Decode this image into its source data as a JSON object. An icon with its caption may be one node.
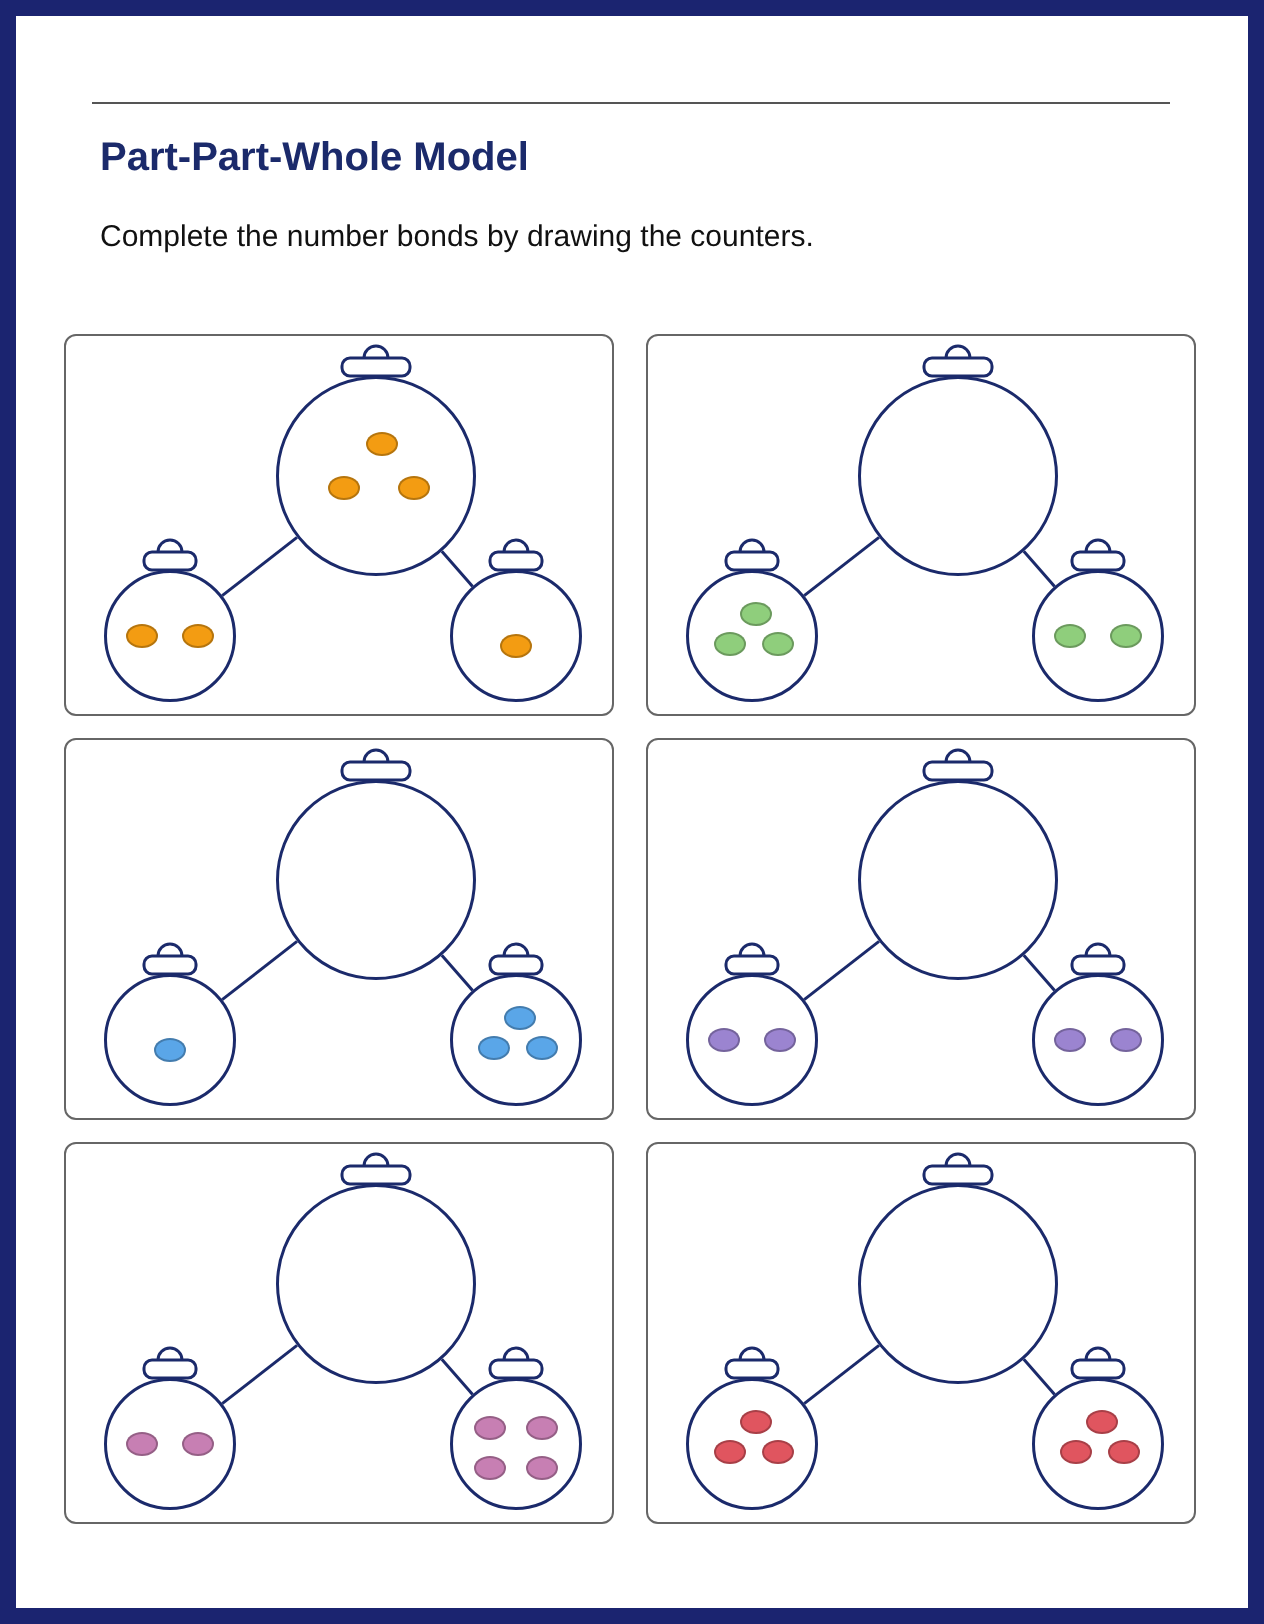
{
  "diagram": {
    "title": "Part-Part-Whole Model",
    "caption": "Complete the number bonds by drawing the counters.",
    "nodes": [
      {
        "text": [],
        "shape": "box"
      },
      {
        "text": [],
        "shape": "jar",
        "in": 0
      },
      {
        "text": [],
        "shape": "ellipse",
        "in": 1
      },
      {
        "text": [],
        "shape": "ellipse",
        "in": 1
      },
      {
        "text": [],
        "shape": "ellipse",
        "in": 1
      },
      {
        "text": [],
        "shape": "jar",
        "in": 0
      },
      {
        "text": [],
        "shape": "ellipse",
        "in": 5
      },
      {
        "text": [],
        "shape": "ellipse",
        "in": 5
      },
      {
        "text": [],
        "shape": "jar",
        "in": 0
      },
      {
        "text": [],
        "shape": "ellipse",
        "in": 8
      },
      {
        "text": [],
        "shape": "box"
      },
      {
        "text": [],
        "shape": "jar",
        "in": 10
      },
      {
        "text": [],
        "shape": "jar",
        "in": 10
      },
      {
        "text": [],
        "shape": "ellipse",
        "in": 12
      },
      {
        "text": [],
        "shape": "ellipse",
        "in": 12
      },
      {
        "text": [],
        "shape": "ellipse",
        "in": 12
      },
      {
        "text": [],
        "shape": "jar",
        "in": 10
      },
      {
        "text": [],
        "shape": "ellipse",
        "in": 16
      },
      {
        "text": [],
        "shape": "ellipse",
        "in": 16
      },
      {
        "text": [],
        "shape": "box"
      },
      {
        "text": [],
        "shape": "jar",
        "in": 19
      },
      {
        "text": [],
        "shape": "jar",
        "in": 19
      },
      {
        "text": [],
        "shape": "ellipse",
        "in": 21
      },
      {
        "text": [],
        "shape": "jar",
        "in": 19
      },
      {
        "text": [],
        "shape": "ellipse",
        "in": 23
      },
      {
        "text": [],
        "shape": "ellipse",
        "in": 23
      },
      {
        "text": [],
        "shape": "ellipse",
        "in": 23
      },
      {
        "text": [],
        "shape": "box"
      },
      {
        "text": [],
        "shape": "jar",
        "in": 27
      },
      {
        "text": [],
        "shape": "jar",
        "in": 27
      },
      {
        "text": [],
        "shape": "ellipse",
        "in": 29
      },
      {
        "text": [],
        "shape": "ellipse",
        "in": 29
      },
      {
        "text": [],
        "shape": "jar",
        "in": 27
      },
      {
        "text": [],
        "shape": "ellipse",
        "in": 32
      },
      {
        "text": [],
        "shape": "ellipse",
        "in": 32
      },
      {
        "text": [],
        "shape": "box"
      },
      {
        "text": [],
        "shape": "jar",
        "in": 35
      },
      {
        "text": [],
        "shape": "jar",
        "in": 35
      },
      {
        "text": [],
        "shape": "ellipse",
        "in": 37
      },
      {
        "text": [],
        "shape": "ellipse",
        "in": 37
      },
      {
        "text": [],
        "shape": "jar",
        "in": 35
      },
      {
        "text": [],
        "shape": "ellipse",
        "in": 40
      },
      {
        "text": [],
        "shape": "ellipse",
        "in": 40
      },
      {
        "text": [],
        "shape": "ellipse",
        "in": 40
      },
      {
        "text": [],
        "shape": "ellipse",
        "in": 40
      },
      {
        "text": [],
        "shape": "box"
      },
      {
        "text": [],
        "shape": "jar",
        "in": 45
      },
      {
        "text": [],
        "shape": "jar",
        "in": 45
      },
      {
        "text": [],
        "shape": "ellipse",
        "in": 47
      },
      {
        "text": [],
        "shape": "ellipse",
        "in": 47
      },
      {
        "text": [],
        "shape": "ellipse",
        "in": 47
      },
      {
        "text": [],
        "shape": "jar",
        "in": 45
      },
      {
        "text": [],
        "shape": "ellipse",
        "in": 51
      },
      {
        "text": [],
        "shape": "ellipse",
        "in": 51
      },
      {
        "text": [],
        "shape": "ellipse",
        "in": 51
      }
    ],
    "edges": [
      {
        "from": 1,
        "to": 5,
        "arrow": "none"
      },
      {
        "from": 1,
        "to": 8,
        "arrow": "none"
      },
      {
        "from": 11,
        "to": 12,
        "arrow": "none"
      },
      {
        "from": 11,
        "to": 16,
        "arrow": "none"
      },
      {
        "from": 20,
        "to": 21,
        "arrow": "none"
      },
      {
        "from": 20,
        "to": 23,
        "arrow": "none"
      },
      {
        "from": 28,
        "to": 29,
        "arrow": "none"
      },
      {
        "from": 28,
        "to": 32,
        "arrow": "none"
      },
      {
        "from": 36,
        "to": 37,
        "arrow": "none"
      },
      {
        "from": 36,
        "to": 40,
        "arrow": "none"
      },
      {
        "from": 46,
        "to": 47,
        "arrow": "none"
      },
      {
        "from": 46,
        "to": 51,
        "arrow": "none"
      }
    ]
  }
}
